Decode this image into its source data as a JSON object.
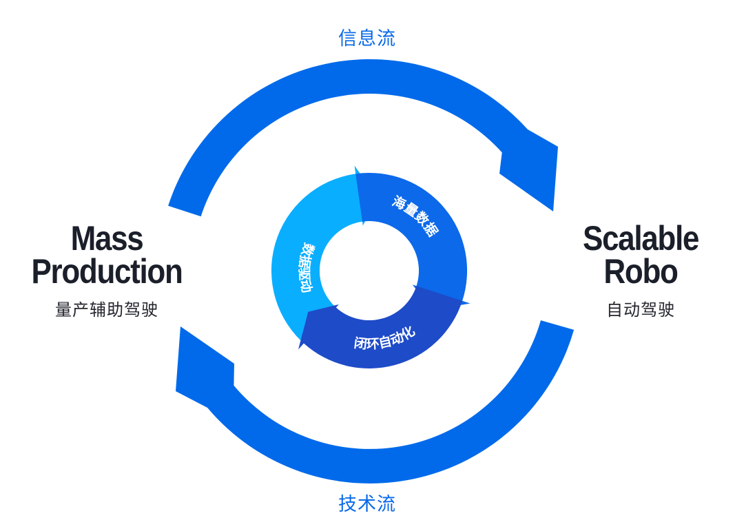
{
  "diagram": {
    "type": "cycle",
    "outer_cycle": {
      "top_label": "信息流",
      "bottom_label": "技术流",
      "color": "#006aea"
    },
    "left_node": {
      "title_line1": "Mass",
      "title_line2": "Production",
      "subtitle": "量产辅助驾驶"
    },
    "right_node": {
      "title_line1": "Scalable",
      "title_line2": "Robo",
      "subtitle": "自动驾驶"
    },
    "inner_cycle": {
      "segments": [
        {
          "label": "海量数据",
          "color": "#0c69ea"
        },
        {
          "label": "闭环自动化",
          "color": "#1e4bc8"
        },
        {
          "label": "数据驱动",
          "color": "#0aaeff"
        }
      ]
    },
    "colors": {
      "text_dark": "#1b1f2a",
      "label_blue": "#0a6ae8"
    }
  }
}
